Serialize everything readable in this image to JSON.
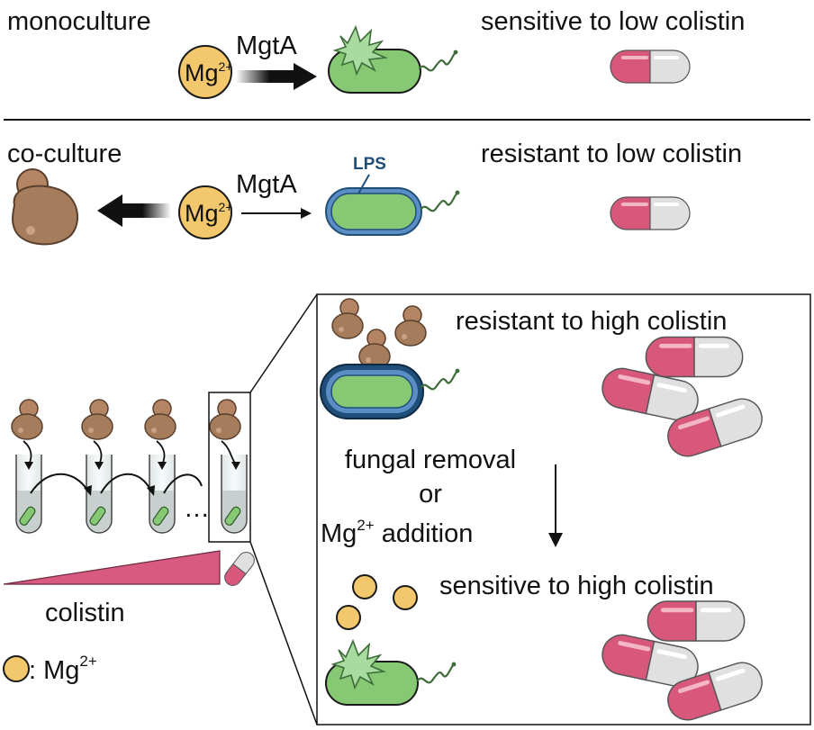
{
  "section_top": {
    "condition_label": "monoculture",
    "mg_ion": {
      "base": "Mg",
      "charge": "2+"
    },
    "arrow_label": "MgtA",
    "outcome": "sensitive to low colistin"
  },
  "section_middle": {
    "condition_label": "co-culture",
    "mg_ion": {
      "base": "Mg",
      "charge": "2+"
    },
    "arrow_label": "MgtA",
    "membrane_label": "LPS",
    "outcome": "resistant to low colistin"
  },
  "section_bottom": {
    "resistant_outcome": "resistant to high colistin",
    "intervention_line1": "fungal removal",
    "intervention_line2": "or",
    "intervention_line3_base": "Mg",
    "intervention_line3_charge": "2+",
    "intervention_line3_rest": " addition",
    "sensitive_outcome": "sensitive to high colistin",
    "passage_ellipsis": "…",
    "gradient_label": "colistin",
    "legend_charge": "2+",
    "legend_text": ": Mg"
  },
  "colors": {
    "magnesium": "#f3c76c",
    "bacterium": "#86c873",
    "lps_dark": "#1f4e79",
    "lps_light": "#5b8ec4",
    "fungus": "#a67d5c",
    "capsule_pink": "#d8587c",
    "capsule_grey": "#dedede",
    "colistin_ramp": "#d85a80"
  }
}
